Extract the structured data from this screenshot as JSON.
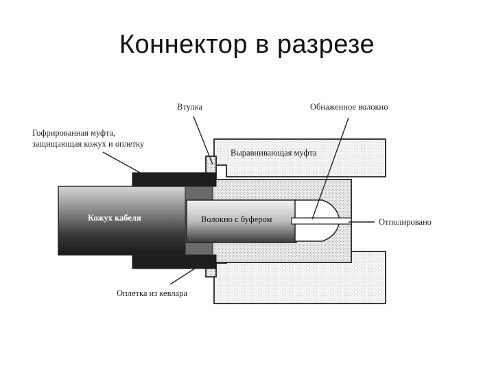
{
  "title": "Коннектор в разрезе",
  "labels": {
    "ferrule": "Втулка",
    "bare_fiber": "Обнаженное волокно",
    "crimp_sleeve_line1": "Гофрированная муфта,",
    "crimp_sleeve_line2": "защищающая кожух и оплетку",
    "alignment_sleeve": "Выравнивающая муфта",
    "cable_jacket": "Кожух кабеля",
    "buffered_fiber": "Волокно с буфером",
    "polished": "Отполировано",
    "kevlar_braid": "Оплетка из кевлара"
  }
}
